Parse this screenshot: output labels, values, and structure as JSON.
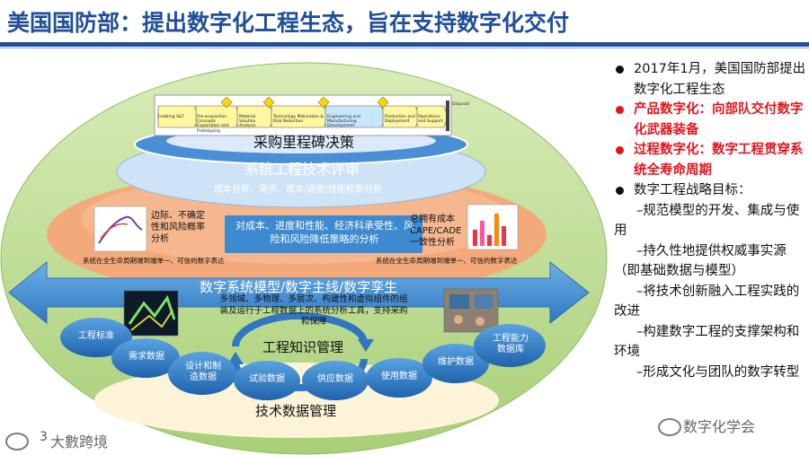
{
  "slide_title": "美国国防部：提出数字化工程生态，旨在支持数字化交付",
  "diagram": {
    "lifecycle_steps": [
      "Enabling S&T",
      "Pre-acquisition Concepts Exploration and Prototyping",
      "Material Solution Analysis",
      "Technology Maturation & Risk Reduction",
      "Engineering and Manufacturing Development",
      "Production and Deployment",
      "Operations and Support",
      "Disposal"
    ],
    "acquisition_milestone": "采购里程碑决策",
    "se_review": "系统工程技术评审",
    "se_review_sub": "成本分析、需求、成本/进度/性能权衡分析",
    "left_analysis": "边际、不确定性和风险概率分析",
    "center_analysis": "对成本、进度和性能、经济科承受性、风险和风险降低策略的分析",
    "right_analysis": "总拥有成本CAPE/CADE一致性分析",
    "lifecycle_note_left": "系统在全生命周期端到端单一、可信的数字表达",
    "lifecycle_note_right": "系统在全生命周期端到端单一、可信的数字表达",
    "digital_thread": "数字系统模型/数字主线/数字孪生",
    "thread_desc": "多领域、多物理、多层次、构建性和虚拟组件的组装及运行于工程数据上的系统分析工具，支持采购和保障",
    "knowledge_mgmt": "工程知识管理",
    "data_bubbles": [
      "工程标准",
      "需求数据",
      "设计和制造数据",
      "试验数据",
      "供应数据",
      "使用数据",
      "维护数据",
      "工程能力数据库"
    ],
    "tech_data_mgmt": "技术数据管理",
    "page_number": "3"
  },
  "bullets": [
    {
      "text": "2017年1月，美国国防部提出数字化工程生态",
      "style": "normal"
    },
    {
      "text": "产品数字化：向部队交付数字化武器装备",
      "style": "red"
    },
    {
      "text": "过程数字化：数字工程贯穿系统全寿命周期",
      "style": "red"
    },
    {
      "text": "数字工程战略目标：",
      "style": "normal"
    }
  ],
  "sub_items": [
    "–规范模型的开发、集成与使用",
    "–持久性地提供权威事实源（即基础数据与模型）",
    "–将技术创新融入工程实践的改进",
    "–构建数字工程的支撑架构和环境",
    "–形成文化与团队的数字转型"
  ],
  "watermarks": [
    "大數跨境",
    "数字化学会"
  ],
  "colors": {
    "title_blue": "#1f4e9a",
    "bullet_red": "#e2151c",
    "arrow_blue": "#3b86c8",
    "bubble_blue": "#2f7ac4",
    "orange_band": "#f4a97a",
    "cream": "#fdf3d8",
    "outer_green": "#b9d98a"
  }
}
